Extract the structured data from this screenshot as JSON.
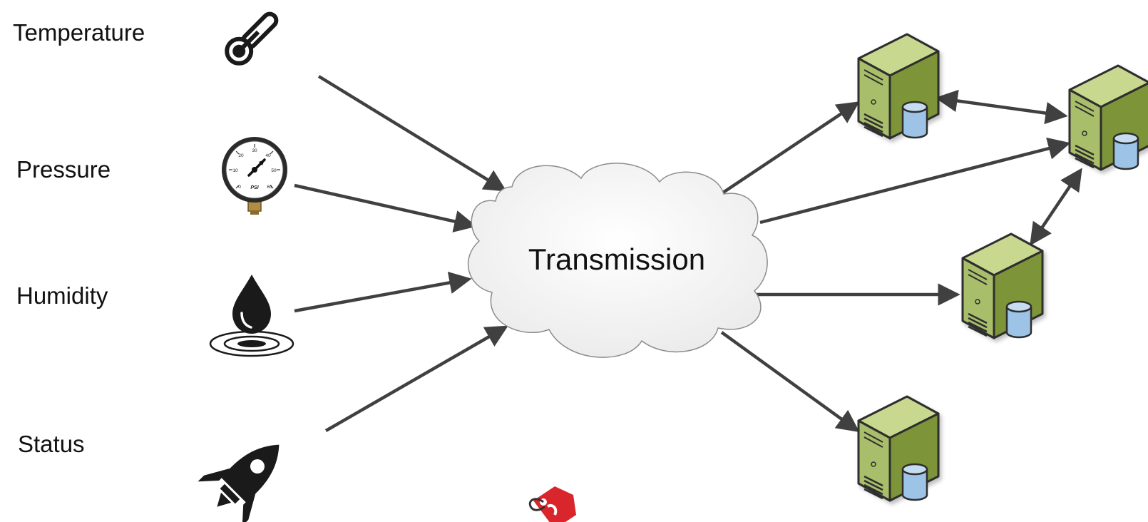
{
  "sensors": [
    {
      "label": "Temperature",
      "icon": "thermometer-icon"
    },
    {
      "label": "Pressure",
      "icon": "pressure-gauge-icon"
    },
    {
      "label": "Humidity",
      "icon": "water-drop-icon"
    },
    {
      "label": "Status",
      "icon": "rocket-icon"
    }
  ],
  "cloud": {
    "label": "Transmission"
  },
  "gauge": {
    "unit": "PSI",
    "ticks": [
      "0",
      "10",
      "20",
      "30",
      "40",
      "50",
      "60"
    ]
  },
  "servers": [
    {
      "icon": "database-server-icon"
    },
    {
      "icon": "database-server-icon"
    },
    {
      "icon": "database-server-icon"
    },
    {
      "icon": "database-server-icon"
    }
  ],
  "colors": {
    "arrow": "#404040",
    "server_front": "#a9be6a",
    "server_side": "#7d9438",
    "server_top": "#c8d88e",
    "cylinder": "#9dc3e6",
    "cloud_fill": "#f2f2f2",
    "watermark": "#d9262c"
  }
}
